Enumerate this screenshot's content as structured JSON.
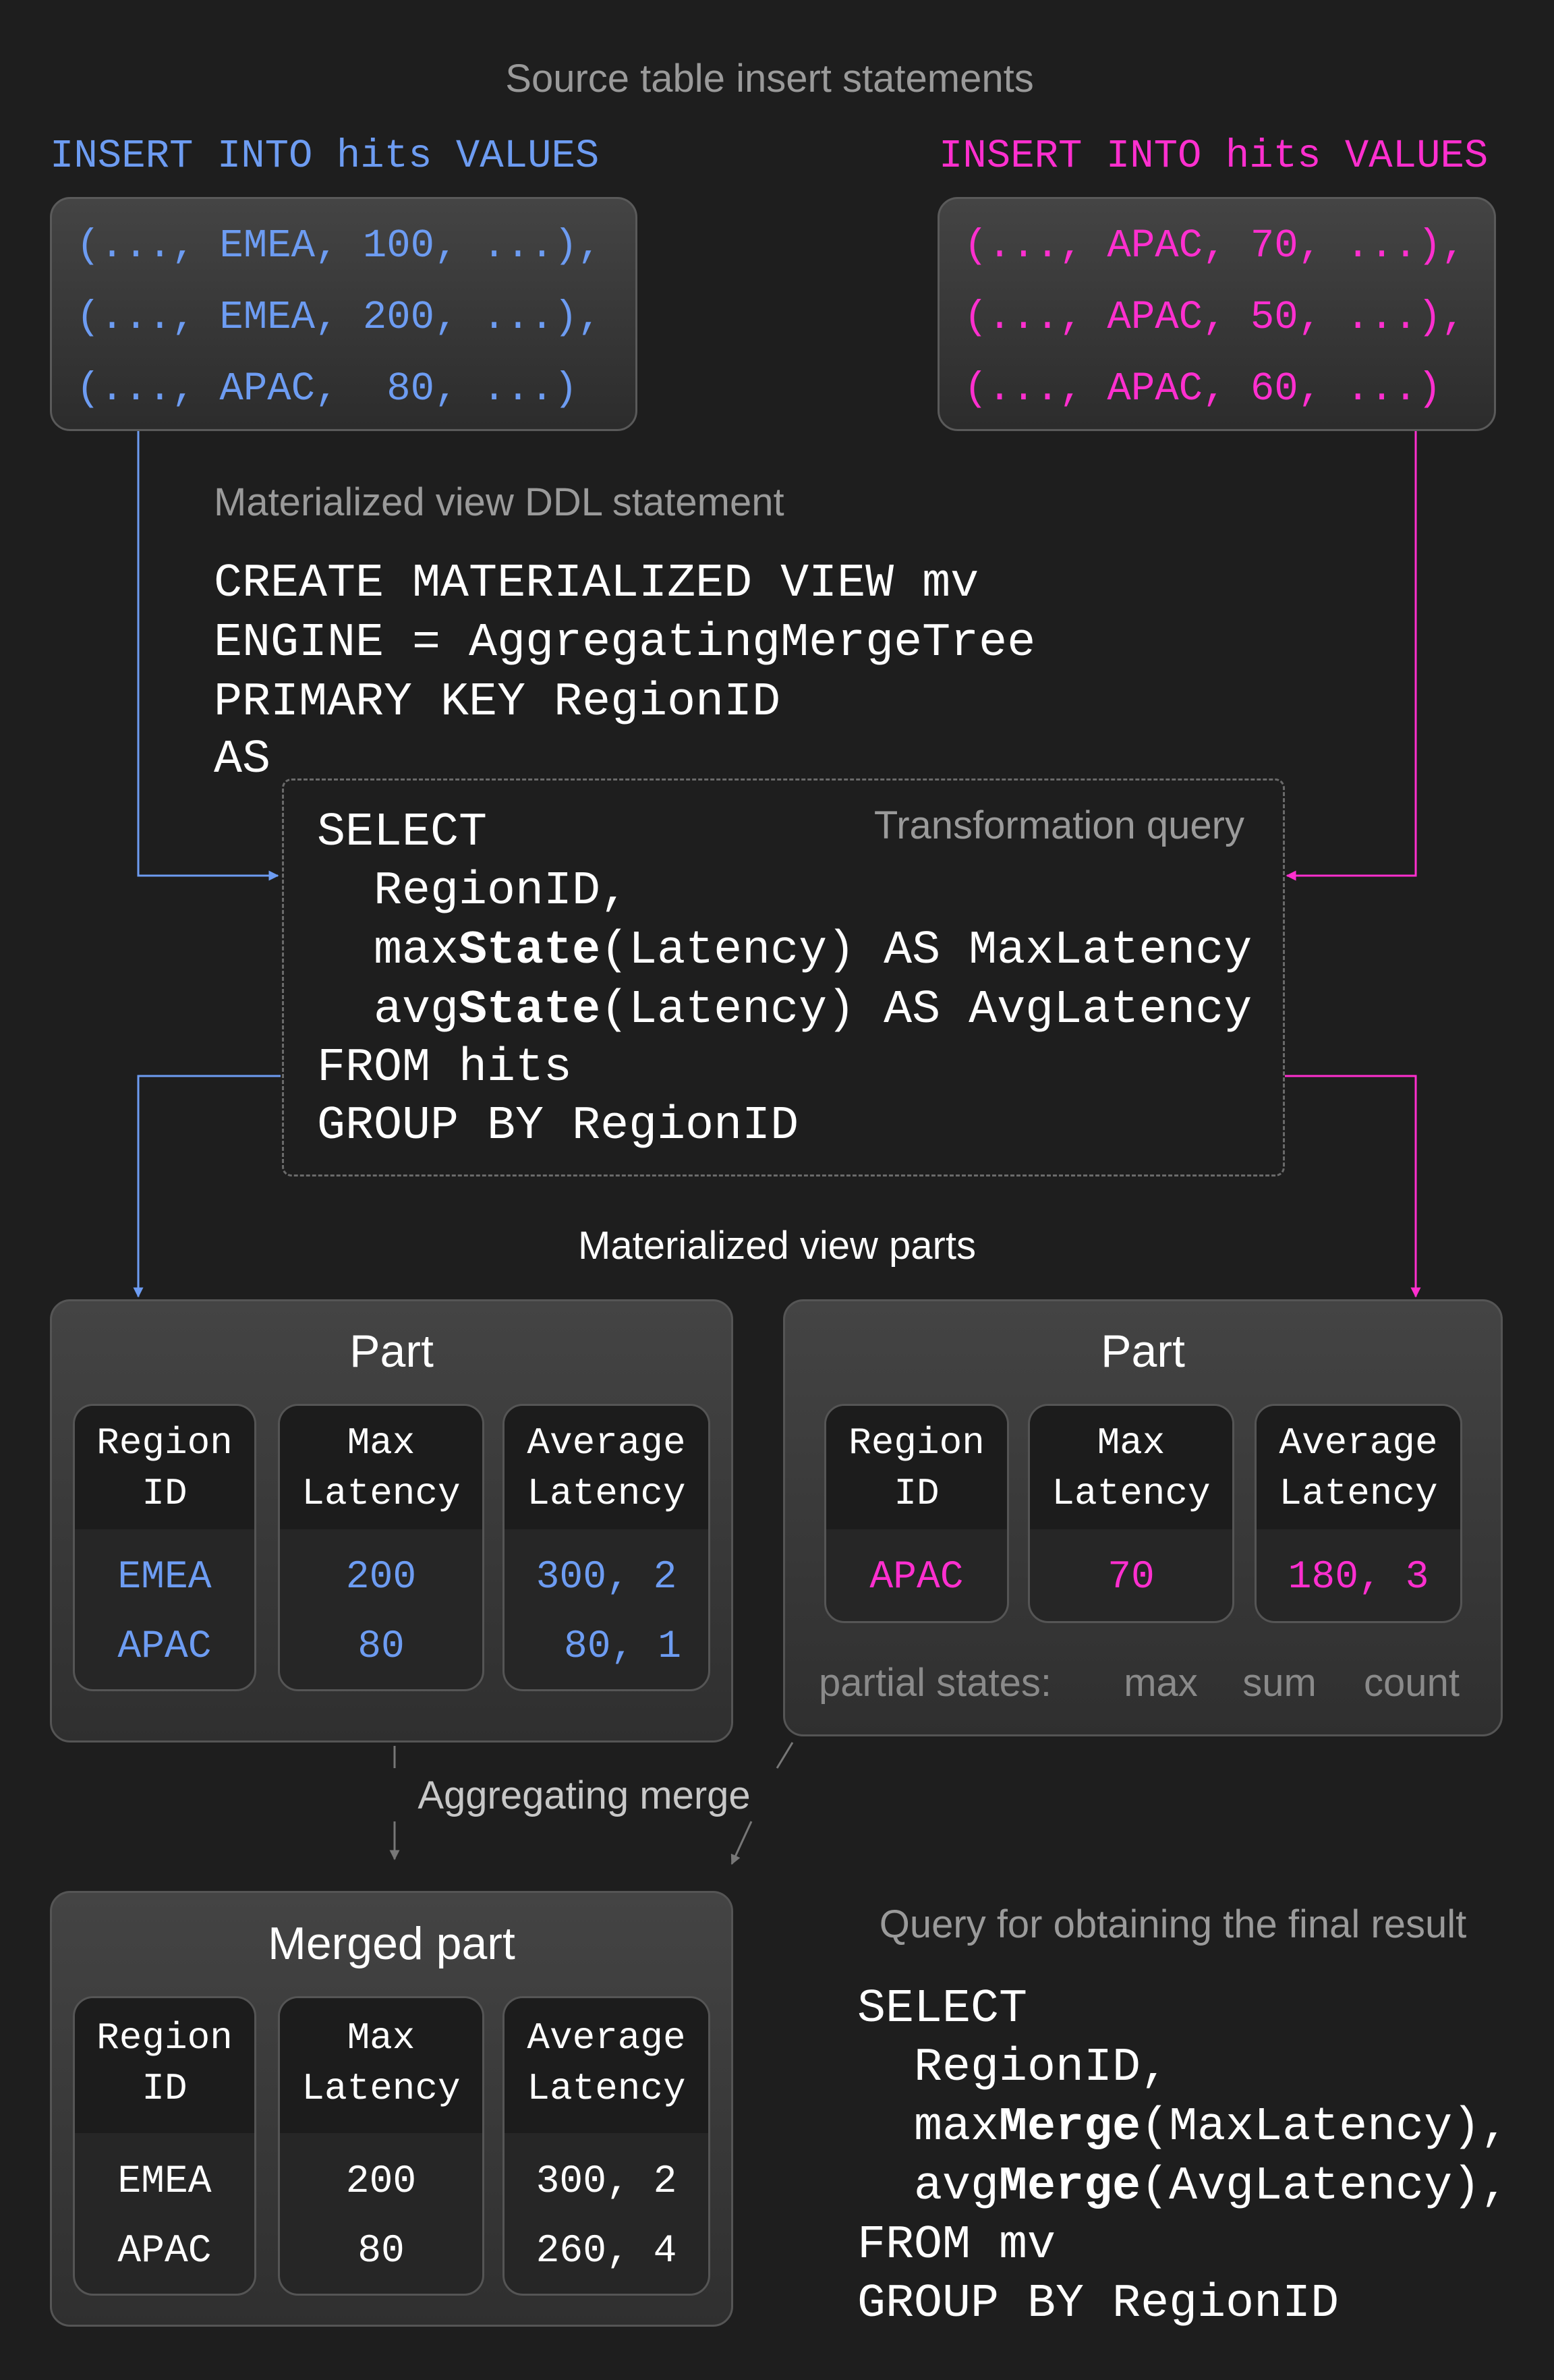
{
  "colors": {
    "background": "#1e1e1e",
    "left_stream": "#6d9cf2",
    "right_stream": "#ff2fcf",
    "label": "#9a9a9a"
  },
  "source_title": "Source table insert statements",
  "left_insert": {
    "header": "INSERT INTO hits VALUES",
    "rows": [
      "(..., EMEA, 100, ...),",
      "(..., EMEA, 200, ...),",
      "(..., APAC,  80, ...)"
    ]
  },
  "right_insert": {
    "header": "INSERT INTO hits VALUES",
    "rows": [
      "(..., APAC, 70, ...),",
      "(..., APAC, 50, ...),",
      "(..., APAC, 60, ...)"
    ]
  },
  "ddl": {
    "label": "Materialized view DDL statement",
    "lines": [
      "CREATE MATERIALIZED VIEW mv",
      "ENGINE = AggregatingMergeTree",
      "PRIMARY KEY RegionID",
      "AS"
    ]
  },
  "transform": {
    "label": "Transformation query",
    "select": "SELECT",
    "region": "RegionID,",
    "max_pre": "max",
    "max_bold": "State",
    "max_post": "(Latency) AS MaxLatency",
    "avg_pre": "avg",
    "avg_bold": "State",
    "avg_post": "(Latency) AS AvgLatency",
    "from": "FROM hits",
    "group": "GROUP BY RegionID"
  },
  "parts_label": "Materialized view parts",
  "headers": {
    "region": [
      "Region",
      "ID"
    ],
    "max": [
      "Max",
      "Latency"
    ],
    "avg": [
      "Average",
      "Latency"
    ]
  },
  "part_left": {
    "title": "Part",
    "region": [
      "EMEA",
      "APAC"
    ],
    "max": [
      "200",
      "80"
    ],
    "avg": [
      "300, 2",
      "80, 1"
    ]
  },
  "part_right": {
    "title": "Part",
    "region": [
      "APAC"
    ],
    "max": [
      "70"
    ],
    "avg": [
      "180, 3"
    ],
    "partial_label": "partial states:",
    "partial": [
      "max",
      "sum",
      "count"
    ]
  },
  "merge_label": "Aggregating merge",
  "merged": {
    "title": "Merged part",
    "region": [
      "EMEA",
      "APAC"
    ],
    "max": [
      "200",
      "80"
    ],
    "avg": [
      "300, 2",
      "260, 4"
    ]
  },
  "final_query": {
    "label": "Query for obtaining the final result",
    "select": "SELECT",
    "region": "RegionID,",
    "max_pre": "max",
    "max_bold": "Merge",
    "max_post": "(MaxLatency),",
    "avg_pre": "avg",
    "avg_bold": "Merge",
    "avg_post": "(AvgLatency),",
    "from": "FROM mv",
    "group": "GROUP BY RegionID"
  }
}
